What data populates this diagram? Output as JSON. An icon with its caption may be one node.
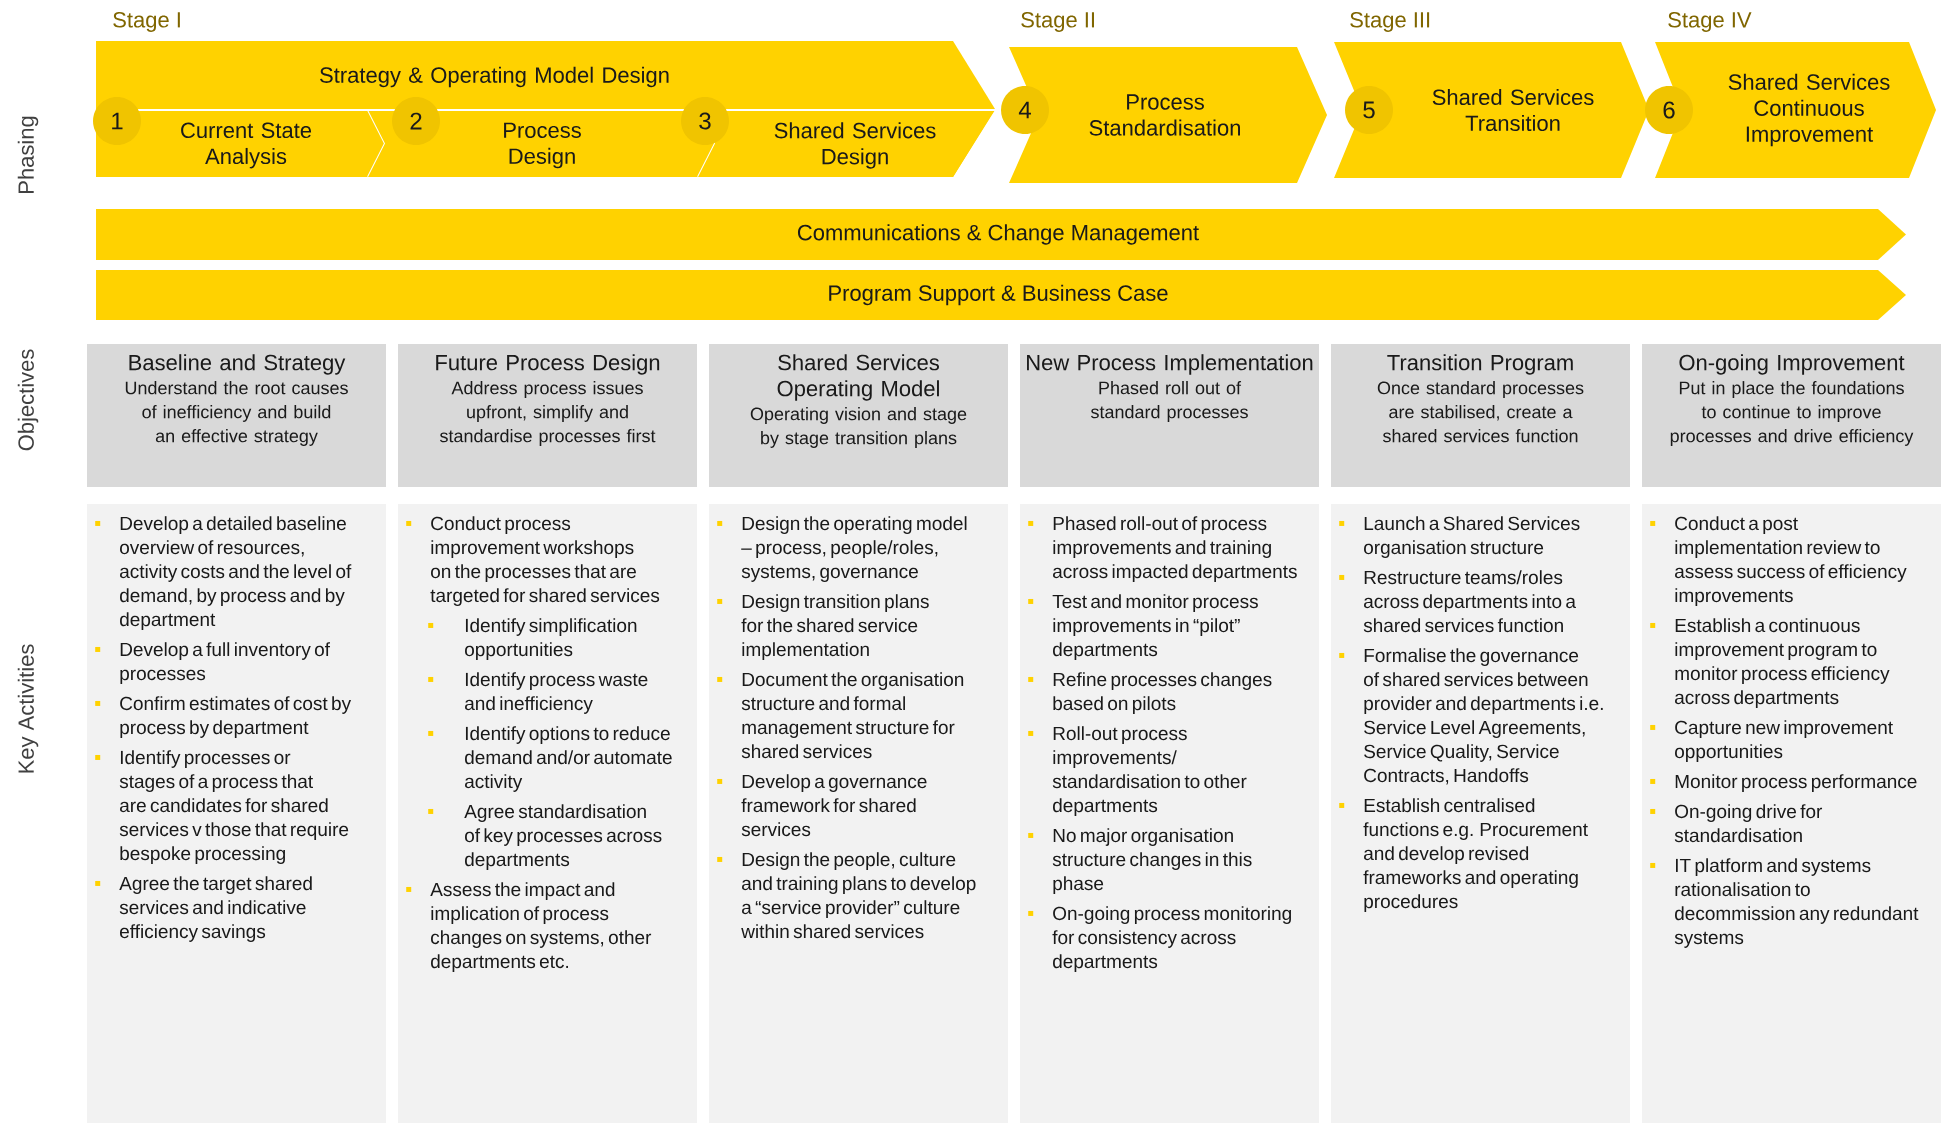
{
  "diagram": {
    "nodes": [
      {
        "text": [
          "Strategy & Operating Model Design"
        ],
        "beside": [
          "Stage I"
        ]
      },
      {
        "text": [
          "1"
        ],
        "in": 0
      },
      {
        "text": [
          "Current State Analysis"
        ],
        "in": 0
      },
      {
        "text": [
          "2"
        ],
        "in": 0
      },
      {
        "text": [
          "Process Design"
        ],
        "in": 0
      },
      {
        "text": [
          "3"
        ],
        "in": 0
      },
      {
        "text": [
          "Shared Services Design"
        ],
        "in": 0
      },
      {
        "text": [
          "4"
        ],
        "in": 8
      },
      {
        "text": [
          "Process Standardisation"
        ],
        "beside": [
          "Stage II"
        ]
      },
      {
        "text": [
          "5"
        ],
        "in": 10
      },
      {
        "text": [
          "Shared Services Transition"
        ],
        "beside": [
          "Stage III"
        ]
      },
      {
        "text": [
          "6"
        ],
        "in": 12
      },
      {
        "text": [
          "Shared Services Continuous Improvement"
        ],
        "beside": [
          "Stage IV"
        ]
      },
      {
        "text": [
          "Communications & Change Management"
        ]
      },
      {
        "text": [
          "Program Support & Business Case"
        ]
      },
      {
        "text": [
          "Baseline and Strategy",
          "Understand the root causes of inefficiency and build an effective strategy"
        ]
      },
      {
        "text": [
          "Future Process Design",
          "Address process issues upfront, simplify and standardise processes first"
        ]
      },
      {
        "text": [
          "Shared Services Operating Model",
          "Operating vision and stage by stage transition plans"
        ]
      },
      {
        "text": [
          "New Process Implementation",
          "Phased roll out of standard processes"
        ]
      },
      {
        "text": [
          "Transition Program",
          "Once standard processes are stabilised, create a shared services function"
        ]
      },
      {
        "text": [
          "On-going Improvement",
          "Put in place the foundations to continue to improve processes and drive efficiency"
        ]
      },
      {
        "text": [
          "Develop a detailed baseline overview of resources, activity costs and the level of demand, by process and by department",
          "Develop a full inventory of processes",
          "Confirm estimates of cost by process by department",
          "Identify processes or stages of a process that are candidates for shared services v those that require bespoke processing",
          "Agree the target shared services and indicative efficiency savings"
        ]
      },
      {
        "text": [
          "Conduct process improvement workshops on the processes that are targeted for shared services",
          "Identify simplification opportunities",
          "Identify process waste and inefficiency",
          "Identify options to reduce demand and/or automate activity",
          "Agree standardisation of key processes across departments",
          "Assess the impact and implication of process changes on systems, other departments etc."
        ]
      },
      {
        "text": [
          "Design the operating model – process, people/roles, systems, governance",
          "Design transition plans for the shared service implementation",
          "Document the organisation structure and formal management structure for shared services",
          "Develop a governance framework for shared services",
          "Design the people, culture and training plans to develop a “service provider” culture within shared services"
        ]
      },
      {
        "text": [
          "Phased roll-out of process improvements and training across impacted departments",
          "Test and monitor process improvements in “pilot” departments",
          "Refine processes changes based on pilots",
          "Roll-out process improvements/ standardisation to other departments",
          "No major organisation structure changes in this phase",
          "On-going process monitoring for consistency across departments"
        ]
      },
      {
        "text": [
          "Launch a Shared Services organisation structure",
          "Restructure teams/roles across departments into a shared services function",
          "Formalise the governance of shared services between provider and departments i.e. Service Level Agreements, Service Quality, Service Contracts, Handoffs",
          "Establish centralised functions e.g. Procurement and develop revised frameworks and operating procedures"
        ]
      },
      {
        "text": [
          "Conduct a post implementation review to assess success of efficiency improvements",
          "Establish a continuous improvement program to monitor process efficiency across departments",
          "Capture new improvement opportunities",
          "Monitor process performance",
          "On-going drive for standardisation",
          "IT platform and systems rationalisation to decommission any redundant systems"
        ]
      }
    ],
    "labels": [
      "Phasing",
      "Objectives",
      "Key Activities"
    ]
  }
}
